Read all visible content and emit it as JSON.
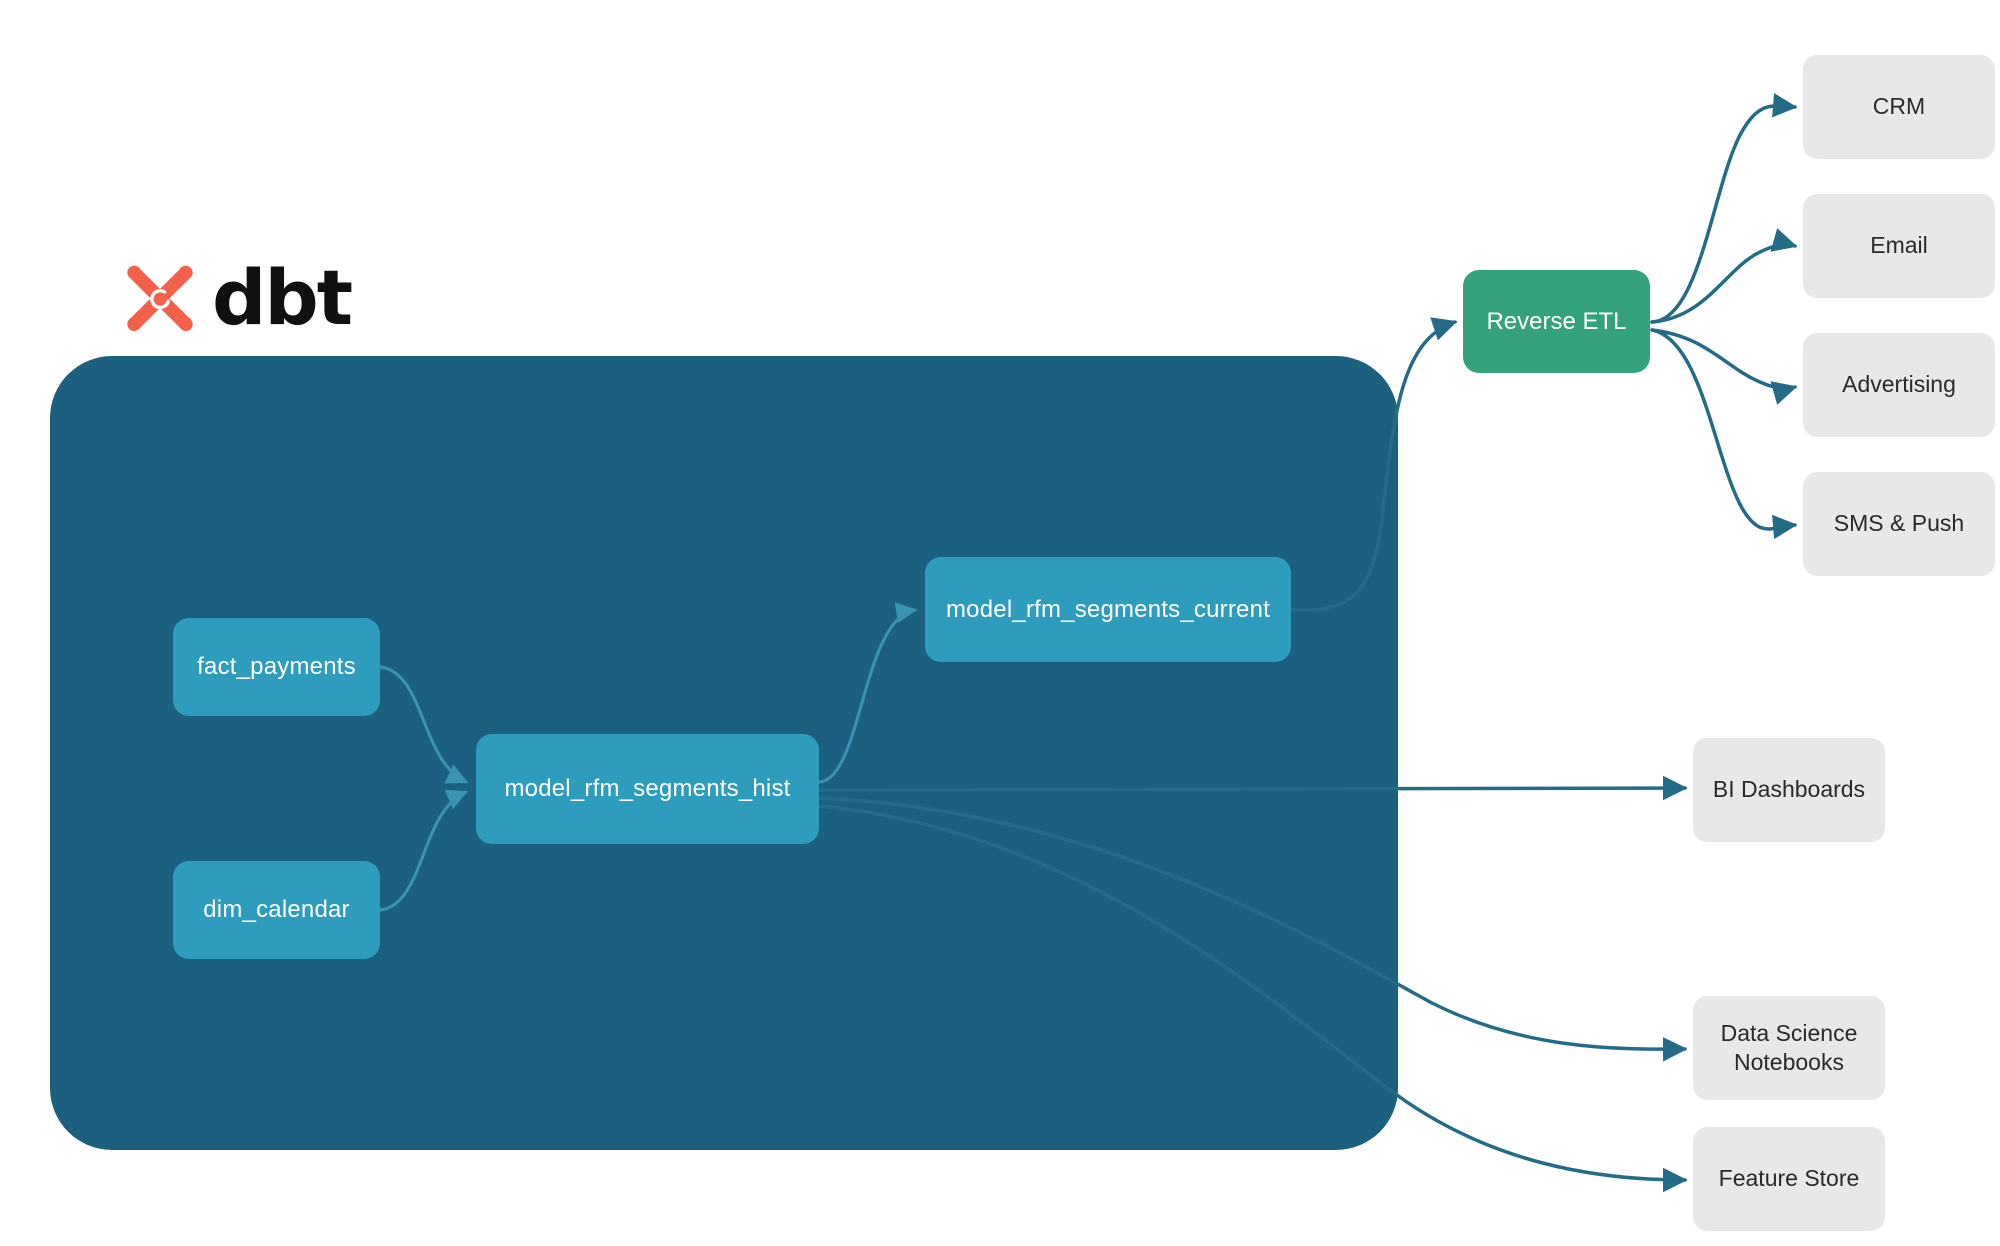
{
  "brand": {
    "wordmark": "dbt",
    "mark_name": "dbt-logo-mark",
    "mark_color": "#F4614A",
    "wordmark_color": "#101010"
  },
  "warehouse": {
    "name": "dbt-project-container",
    "fill": "#1b617f"
  },
  "palette": {
    "container_fill": "#1b617f",
    "model_fill": "#2e9cbd",
    "reverse_etl_fill": "#34a37b",
    "destination_fill": "#e8e8e8",
    "edge_outer": "#246b87",
    "edge_inner": "#3390ae",
    "text_on_dark": "#ffffff",
    "text_on_light": "#2a2a2a",
    "canvas": "#ffffff"
  },
  "models": {
    "fact_payments": "fact_payments",
    "dim_calendar": "dim_calendar",
    "rfm_segments_hist": "model_rfm_segments_hist",
    "rfm_segments_current": "model_rfm_segments_current"
  },
  "activation": {
    "reverse_etl": "Reverse ETL"
  },
  "destinations": {
    "crm": "CRM",
    "email": "Email",
    "advertising": "Advertising",
    "sms_push": "SMS & Push",
    "bi_dashboards": "BI Dashboards",
    "ds_notebooks_line1": "Data Science",
    "ds_notebooks_line2": "Notebooks",
    "feature_store": "Feature Store"
  },
  "graph": {
    "type": "diagram",
    "layout": "left-to-right-dag",
    "edges": [
      {
        "from": "fact_payments",
        "to": "model_rfm_segments_hist",
        "style": "inner"
      },
      {
        "from": "dim_calendar",
        "to": "model_rfm_segments_hist",
        "style": "inner"
      },
      {
        "from": "model_rfm_segments_hist",
        "to": "model_rfm_segments_current",
        "style": "inner"
      },
      {
        "from": "model_rfm_segments_current",
        "to": "Reverse ETL",
        "style": "outer"
      },
      {
        "from": "model_rfm_segments_hist",
        "to": "BI Dashboards",
        "style": "outer"
      },
      {
        "from": "model_rfm_segments_hist",
        "to": "Data Science Notebooks",
        "style": "outer"
      },
      {
        "from": "model_rfm_segments_hist",
        "to": "Feature Store",
        "style": "outer"
      },
      {
        "from": "Reverse ETL",
        "to": "CRM",
        "style": "outer"
      },
      {
        "from": "Reverse ETL",
        "to": "Email",
        "style": "outer"
      },
      {
        "from": "Reverse ETL",
        "to": "Advertising",
        "style": "outer"
      },
      {
        "from": "Reverse ETL",
        "to": "SMS & Push",
        "style": "outer"
      }
    ]
  }
}
